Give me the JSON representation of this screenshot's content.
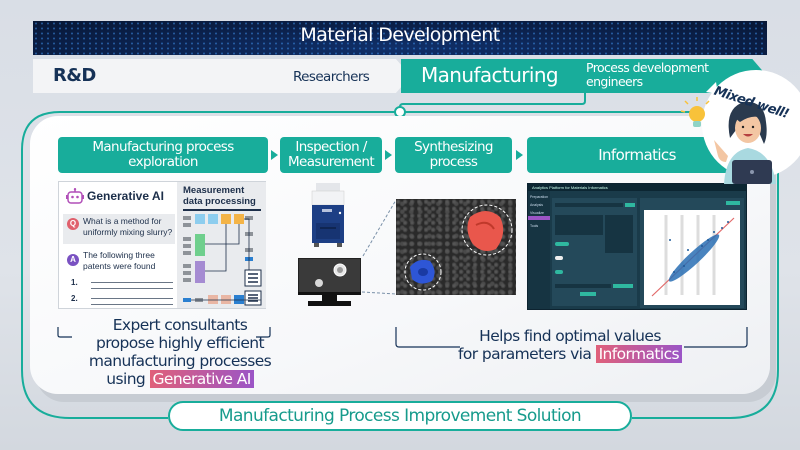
{
  "banner": {
    "title": "Material Development"
  },
  "rd": {
    "label": "R&D",
    "sub": "Researchers"
  },
  "manufacturing": {
    "label": "Manufacturing",
    "sub_line1": "Process development",
    "sub_line2": "engineers"
  },
  "character": {
    "speech": "Mixed well!"
  },
  "steps": [
    {
      "line1": "Manufacturing process",
      "line2": "exploration"
    },
    {
      "line1": "Inspection /",
      "line2": "Measurement"
    },
    {
      "line1": "Synthesizing",
      "line2": "process"
    },
    {
      "line1": "Informatics",
      "line2": ""
    }
  ],
  "genai_panel": {
    "title": "Generative AI",
    "question_badge": "Q",
    "question_line1": "What is a method for",
    "question_line2": "uniformly mixing slurry?",
    "answer_badge": "A",
    "answer_line1": "The following three",
    "answer_line2": "patents were found",
    "list_numbers": [
      "1.",
      "2."
    ],
    "measurement_title_line1": "Measurement",
    "measurement_title_line2": "data processing"
  },
  "informatics_panel": {
    "app_title": "Analytics Platform for Materials Informatics",
    "sidebar_items": [
      "Preparation",
      "Analysis",
      "Visualize",
      "Tools"
    ]
  },
  "bottom_left": {
    "line1": "Expert consultants",
    "line2": "propose highly efficient",
    "line3": "manufacturing processes",
    "line4_prefix": "using",
    "highlight": "Generative AI"
  },
  "bottom_right": {
    "line1": "Helps find optimal values",
    "line2_prefix": "for parameters via",
    "highlight": "Informatics"
  },
  "solution": {
    "label": "Manufacturing Process Improvement Solution"
  },
  "colors": {
    "teal": "#18ad9b",
    "navy": "#163257",
    "banner": "#0c2350",
    "highlight_start": "#e0607a",
    "highlight_end": "#9b55c6"
  }
}
